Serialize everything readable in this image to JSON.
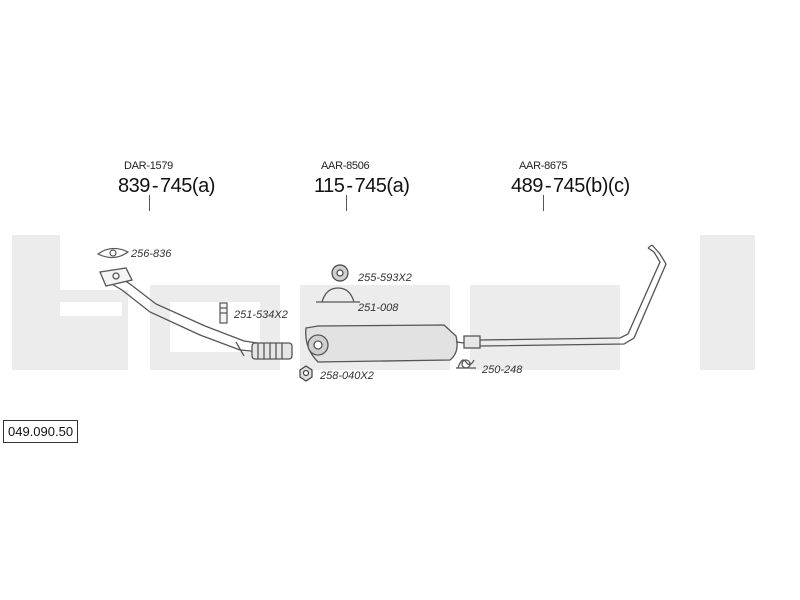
{
  "watermark": {
    "text": "bosal",
    "color": "#ececec"
  },
  "groups": [
    {
      "ref": "DAR-1579",
      "code_a": "839",
      "code_b": "745(a)"
    },
    {
      "ref": "AAR-8506",
      "code_a": "115",
      "code_b": "745(a)"
    },
    {
      "ref": "AAR-8675",
      "code_a": "489",
      "code_b": "745(b)(c)"
    }
  ],
  "parts": {
    "gasket": "256-836",
    "bolt": "251-534X2",
    "rubber_mount": "255-593X2",
    "clamp_center": "251-008",
    "nut": "258-040X2",
    "clamp_rear": "250-248"
  },
  "diagram_number": "049.090.50"
}
